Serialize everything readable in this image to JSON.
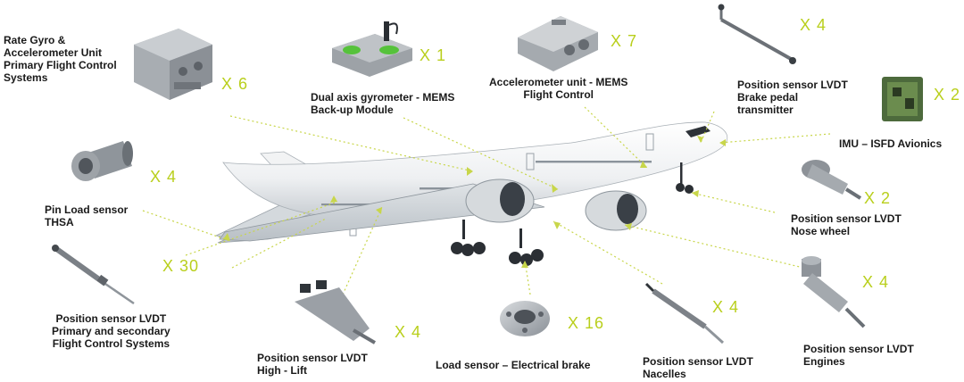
{
  "colors": {
    "accent": "#b9cf1c",
    "leader": "#c8d64a",
    "text": "#1a1a1a"
  },
  "sensors": [
    {
      "id": "rate-gyro",
      "lines": [
        "Rate Gyro &",
        "Accelerometer Unit",
        "Primary Flight Control",
        "Systems"
      ],
      "qty": "X 6"
    },
    {
      "id": "dual-gyro",
      "lines": [
        "Dual axis gyrometer - MEMS",
        "Back-up Module"
      ],
      "qty": "X 1"
    },
    {
      "id": "accel-unit",
      "lines": [
        "Accelerometer unit - MEMS",
        "Flight Control"
      ],
      "qty": "X 7"
    },
    {
      "id": "brake-pedal",
      "lines": [
        "Position sensor LVDT",
        "Brake pedal",
        "transmitter"
      ],
      "qty": "X 4"
    },
    {
      "id": "imu",
      "lines": [
        "IMU – ISFD Avionics"
      ],
      "qty": "X 2"
    },
    {
      "id": "pin-load",
      "lines": [
        "Pin Load sensor",
        "THSA"
      ],
      "qty": "X 4"
    },
    {
      "id": "nose-wheel",
      "lines": [
        "Position sensor LVDT",
        "Nose wheel"
      ],
      "qty": "X 2"
    },
    {
      "id": "primary-secondary",
      "lines": [
        "Position sensor LVDT",
        "Primary and secondary",
        "Flight Control Systems"
      ],
      "qty": "X 30"
    },
    {
      "id": "high-lift",
      "lines": [
        "Position sensor LVDT",
        "High - Lift"
      ],
      "qty": "X 4"
    },
    {
      "id": "elec-brake",
      "lines": [
        "Load sensor – Electrical brake"
      ],
      "qty": "X 16"
    },
    {
      "id": "nacelles",
      "lines": [
        "Position sensor LVDT",
        "Nacelles"
      ],
      "qty": "X 4"
    },
    {
      "id": "engines",
      "lines": [
        "Position sensor LVDT",
        "Engines"
      ],
      "qty": "X 4"
    }
  ]
}
